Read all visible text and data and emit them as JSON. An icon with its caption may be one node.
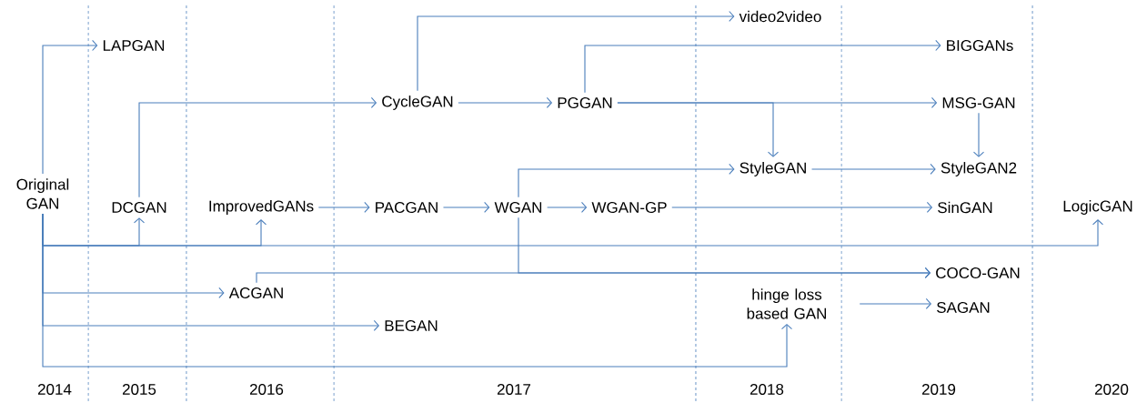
{
  "diagram": {
    "nodes": [
      {
        "text": [
          "Original GAN"
        ]
      },
      {
        "text": [
          "LAPGAN"
        ]
      },
      {
        "text": [
          "DCGAN"
        ]
      },
      {
        "text": [
          "ImprovedGANs"
        ]
      },
      {
        "text": [
          "CycleGAN"
        ]
      },
      {
        "text": [
          "PGGAN"
        ]
      },
      {
        "text": [
          "video2video"
        ]
      },
      {
        "text": [
          "BIGGANs"
        ]
      },
      {
        "text": [
          "MSG-GAN"
        ]
      },
      {
        "text": [
          "StyleGAN"
        ]
      },
      {
        "text": [
          "StyleGAN2"
        ]
      },
      {
        "text": [
          "PACGAN"
        ]
      },
      {
        "text": [
          "WGAN"
        ]
      },
      {
        "text": [
          "WGAN-GP"
        ]
      },
      {
        "text": [
          "SinGAN"
        ]
      },
      {
        "text": [
          "LogicGAN"
        ]
      },
      {
        "text": [
          "ACGAN"
        ]
      },
      {
        "text": [
          "COCO-GAN"
        ]
      },
      {
        "text": [
          "BEGAN"
        ]
      },
      {
        "text": [
          "hinge loss based GAN"
        ]
      },
      {
        "text": [
          "SAGAN"
        ]
      }
    ],
    "edges": [
      {
        "from": 0,
        "to": 1,
        "arrow": "to"
      },
      {
        "from": 0,
        "to": 2,
        "arrow": "to"
      },
      {
        "from": 0,
        "to": 3,
        "arrow": "to"
      },
      {
        "from": 0,
        "to": 15,
        "arrow": "to"
      },
      {
        "from": 0,
        "to": 16,
        "arrow": "to"
      },
      {
        "from": 0,
        "to": 18,
        "arrow": "to"
      },
      {
        "from": 0,
        "to": 19,
        "arrow": "to"
      },
      {
        "from": 2,
        "to": 4,
        "arrow": "to"
      },
      {
        "from": 3,
        "to": 11,
        "arrow": "to"
      },
      {
        "from": 4,
        "to": 6,
        "arrow": "to"
      },
      {
        "from": 4,
        "to": 5,
        "arrow": "to"
      },
      {
        "from": 5,
        "to": 7,
        "arrow": "to"
      },
      {
        "from": 5,
        "to": 8,
        "arrow": "to"
      },
      {
        "from": 5,
        "to": 9,
        "arrow": "to"
      },
      {
        "from": 8,
        "to": 10,
        "arrow": "to"
      },
      {
        "from": 9,
        "to": 10,
        "arrow": "to"
      },
      {
        "from": 11,
        "to": 12,
        "arrow": "to"
      },
      {
        "from": 12,
        "to": 13,
        "arrow": "to"
      },
      {
        "from": 12,
        "to": 9,
        "arrow": "to"
      },
      {
        "from": 12,
        "to": 17,
        "arrow": "to"
      },
      {
        "from": 16,
        "to": 17,
        "arrow": "to"
      },
      {
        "from": 13,
        "to": 14,
        "arrow": "to"
      },
      {
        "from": 19,
        "to": 20,
        "arrow": "to"
      }
    ],
    "labels": [
      "2014",
      "2015",
      "2016",
      "2017",
      "2018",
      "2019",
      "2020"
    ]
  }
}
